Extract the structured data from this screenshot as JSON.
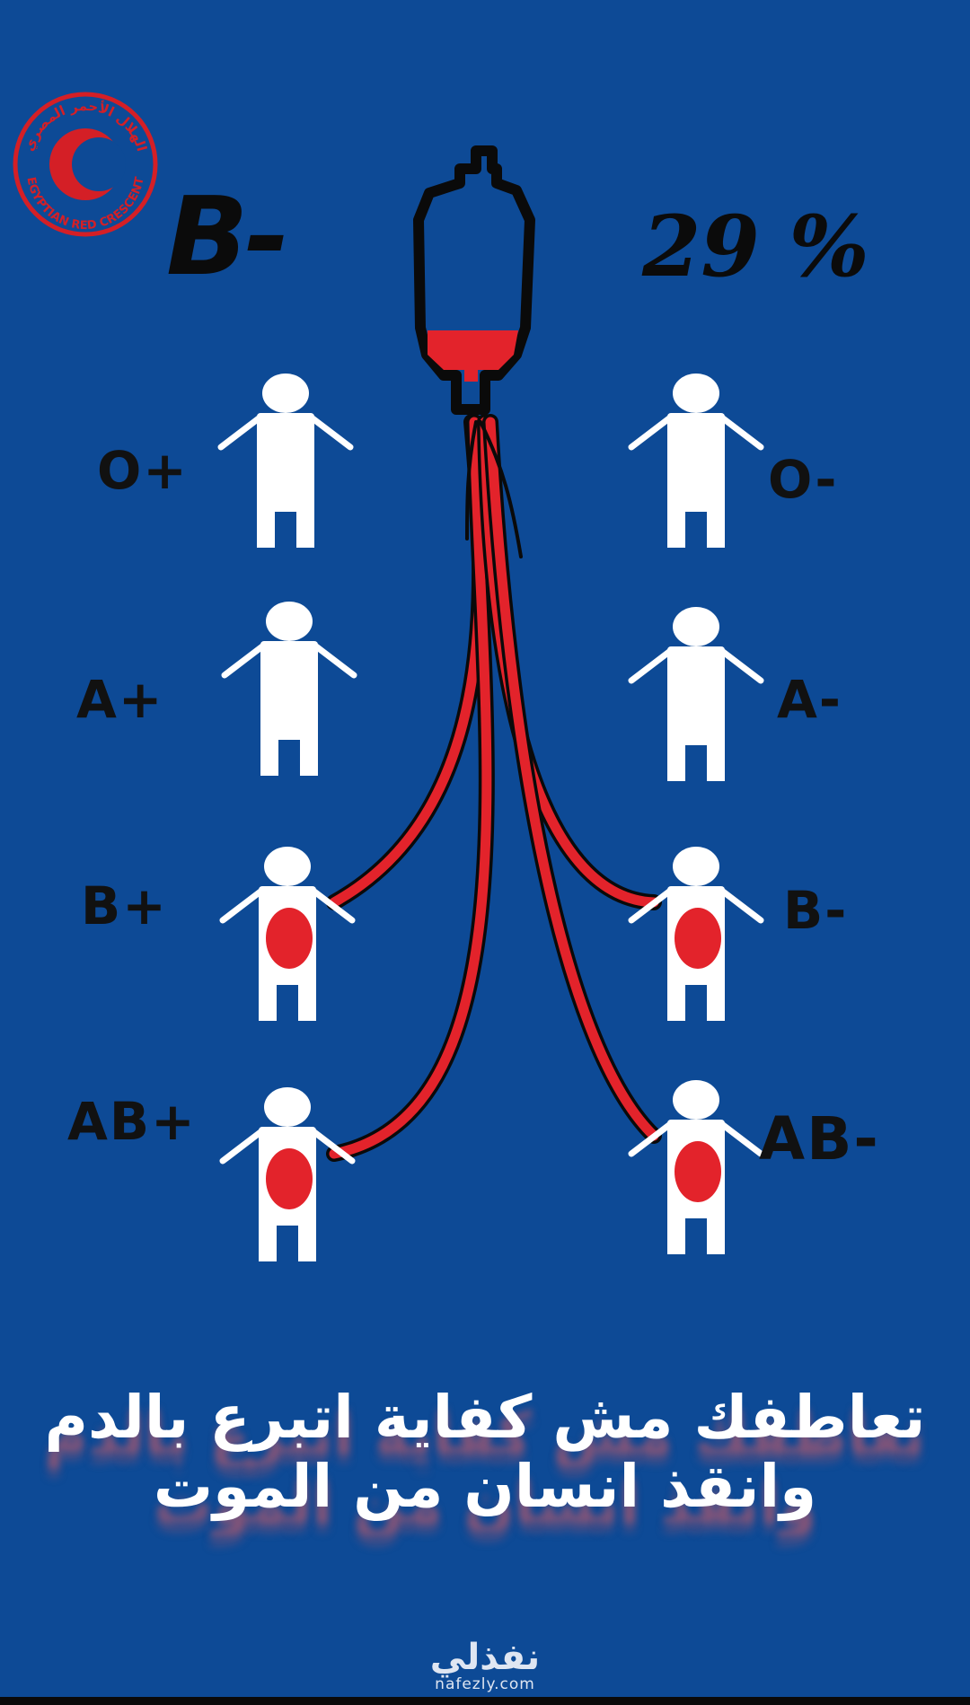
{
  "logo": {
    "arabic_text": "الهلال الأحمر المصري",
    "english_text": "EGYPTIAN RED CRESCENT",
    "letter": "C",
    "color": "#d41f26"
  },
  "donor": {
    "blood_type": "B-",
    "percentage": "29 %"
  },
  "left_recipients": [
    {
      "label": "O+",
      "receives": false
    },
    {
      "label": "A+",
      "receives": false
    },
    {
      "label": "B+",
      "receives": true
    },
    {
      "label": "AB+",
      "receives": true
    }
  ],
  "right_recipients": [
    {
      "label": "O-",
      "receives": false
    },
    {
      "label": "A-",
      "receives": false
    },
    {
      "label": "B-",
      "receives": true
    },
    {
      "label": "AB-",
      "receives": true
    }
  ],
  "bag_fill_fraction": 0.22,
  "tagline": "تعاطفك مش كفاية اتبرع بالدم وانقذ انسان من الموت",
  "watermark": {
    "arabic": "نفذلي",
    "english": "nafezly.com"
  },
  "colors": {
    "background": "#0d4a96",
    "blood": "#e3232b",
    "figure": "#ffffff",
    "text": "#111111"
  }
}
